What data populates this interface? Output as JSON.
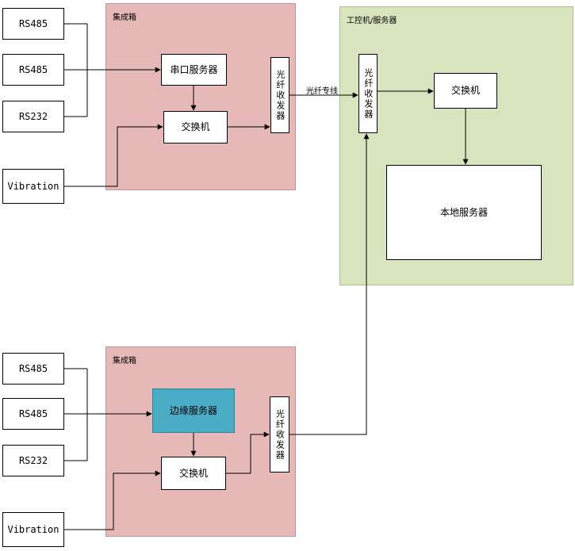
{
  "top_group": {
    "label": "集成箱",
    "inputs": [
      "RS485",
      "RS485",
      "RS232",
      "Vibration"
    ],
    "serial_server": "串口服务器",
    "switch": "交换机",
    "fiber_transceiver": "光纤收发器"
  },
  "fiber_link_label": "光纤专线",
  "server_group": {
    "label": "工控机/服务器",
    "fiber_transceiver": "光纤收发器",
    "switch": "交换机",
    "local_server": "本地服务器"
  },
  "bottom_group": {
    "label": "集成箱",
    "inputs": [
      "RS485",
      "RS485",
      "RS232",
      "Vibration"
    ],
    "edge_server": "边缘服务器",
    "switch": "交换机",
    "fiber_transceiver": "光纤收发器"
  },
  "colors": {
    "group_pink": "#e6b9b8",
    "group_green": "#d7e4bd",
    "edge_server_fill": "#4bacc6",
    "node_fill": "#ffffff",
    "line_color": "#000000"
  }
}
